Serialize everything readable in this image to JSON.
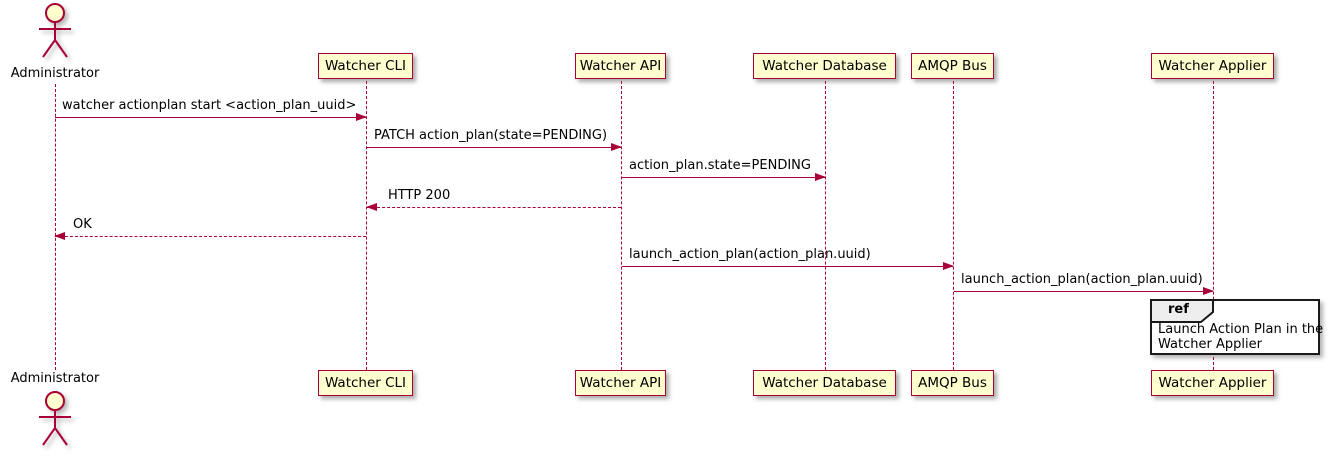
{
  "diagram": {
    "kind": "uml-sequence-diagram",
    "colors": {
      "line": "#A80036",
      "participant_fill": "#FEFECE",
      "ref_header_fill": "#EEEEEE",
      "ref_border": "#1A1A1A",
      "text": "#000000"
    },
    "actor": {
      "name": "Administrator"
    },
    "participants": [
      {
        "name": "Watcher CLI"
      },
      {
        "name": "Watcher API"
      },
      {
        "name": "Watcher Database"
      },
      {
        "name": "AMQP Bus"
      },
      {
        "name": "Watcher Applier"
      }
    ],
    "messages": [
      {
        "from": "Administrator",
        "to": "Watcher CLI",
        "label": "watcher actionplan start <action_plan_uuid>",
        "style": "solid",
        "direction": "right"
      },
      {
        "from": "Watcher CLI",
        "to": "Watcher API",
        "label": "PATCH action_plan(state=PENDING)",
        "style": "solid",
        "direction": "right"
      },
      {
        "from": "Watcher API",
        "to": "Watcher Database",
        "label": "action_plan.state=PENDING",
        "style": "solid",
        "direction": "right"
      },
      {
        "from": "Watcher API",
        "to": "Watcher CLI",
        "label": "HTTP 200",
        "style": "dashed",
        "direction": "left"
      },
      {
        "from": "Watcher CLI",
        "to": "Administrator",
        "label": "OK",
        "style": "dashed",
        "direction": "left"
      },
      {
        "from": "Watcher API",
        "to": "AMQP Bus",
        "label": "launch_action_plan(action_plan.uuid)",
        "style": "solid",
        "direction": "right"
      },
      {
        "from": "AMQP Bus",
        "to": "Watcher Applier",
        "label": "launch_action_plan(action_plan.uuid)",
        "style": "solid",
        "direction": "right"
      }
    ],
    "ref": {
      "keyword": "ref",
      "over": "Watcher Applier",
      "lines": [
        "Launch Action Plan in the",
        "Watcher Applier"
      ]
    }
  }
}
